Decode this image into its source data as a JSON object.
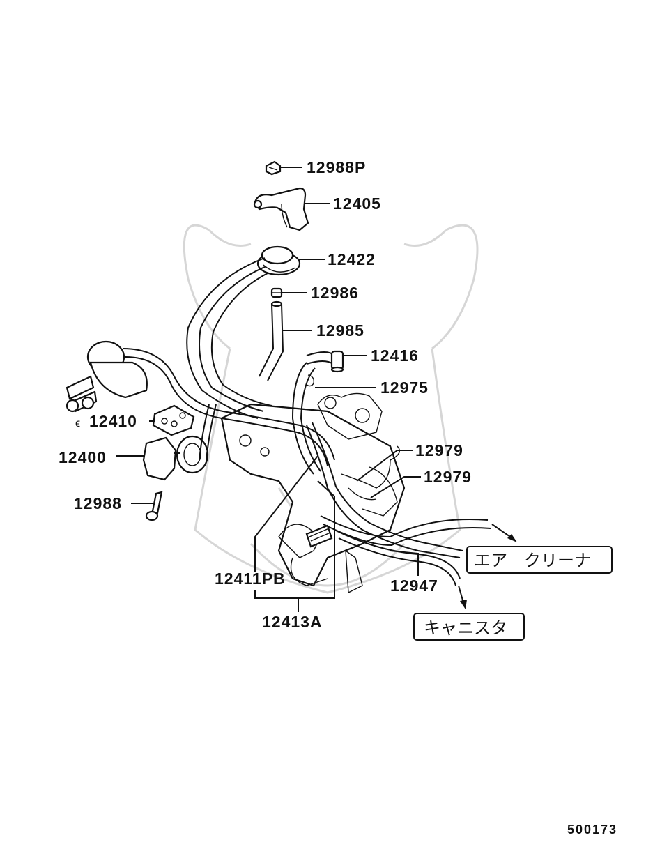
{
  "diagram": {
    "labels": {
      "p12988P": "12988P",
      "p12405": "12405",
      "p12422": "12422",
      "p12986": "12986",
      "p12985": "12985",
      "p12416": "12416",
      "p12975": "12975",
      "p12410": "12410",
      "p12400": "12400",
      "p12979a": "12979",
      "p12979b": "12979",
      "p12988": "12988",
      "p12411PB": "12411PB",
      "p12947": "12947",
      "p12413A": "12413A"
    },
    "destinations": {
      "air_cleaner": "エア　クリーナ",
      "canister": "キャニスタ"
    },
    "reference_code": "500173"
  }
}
